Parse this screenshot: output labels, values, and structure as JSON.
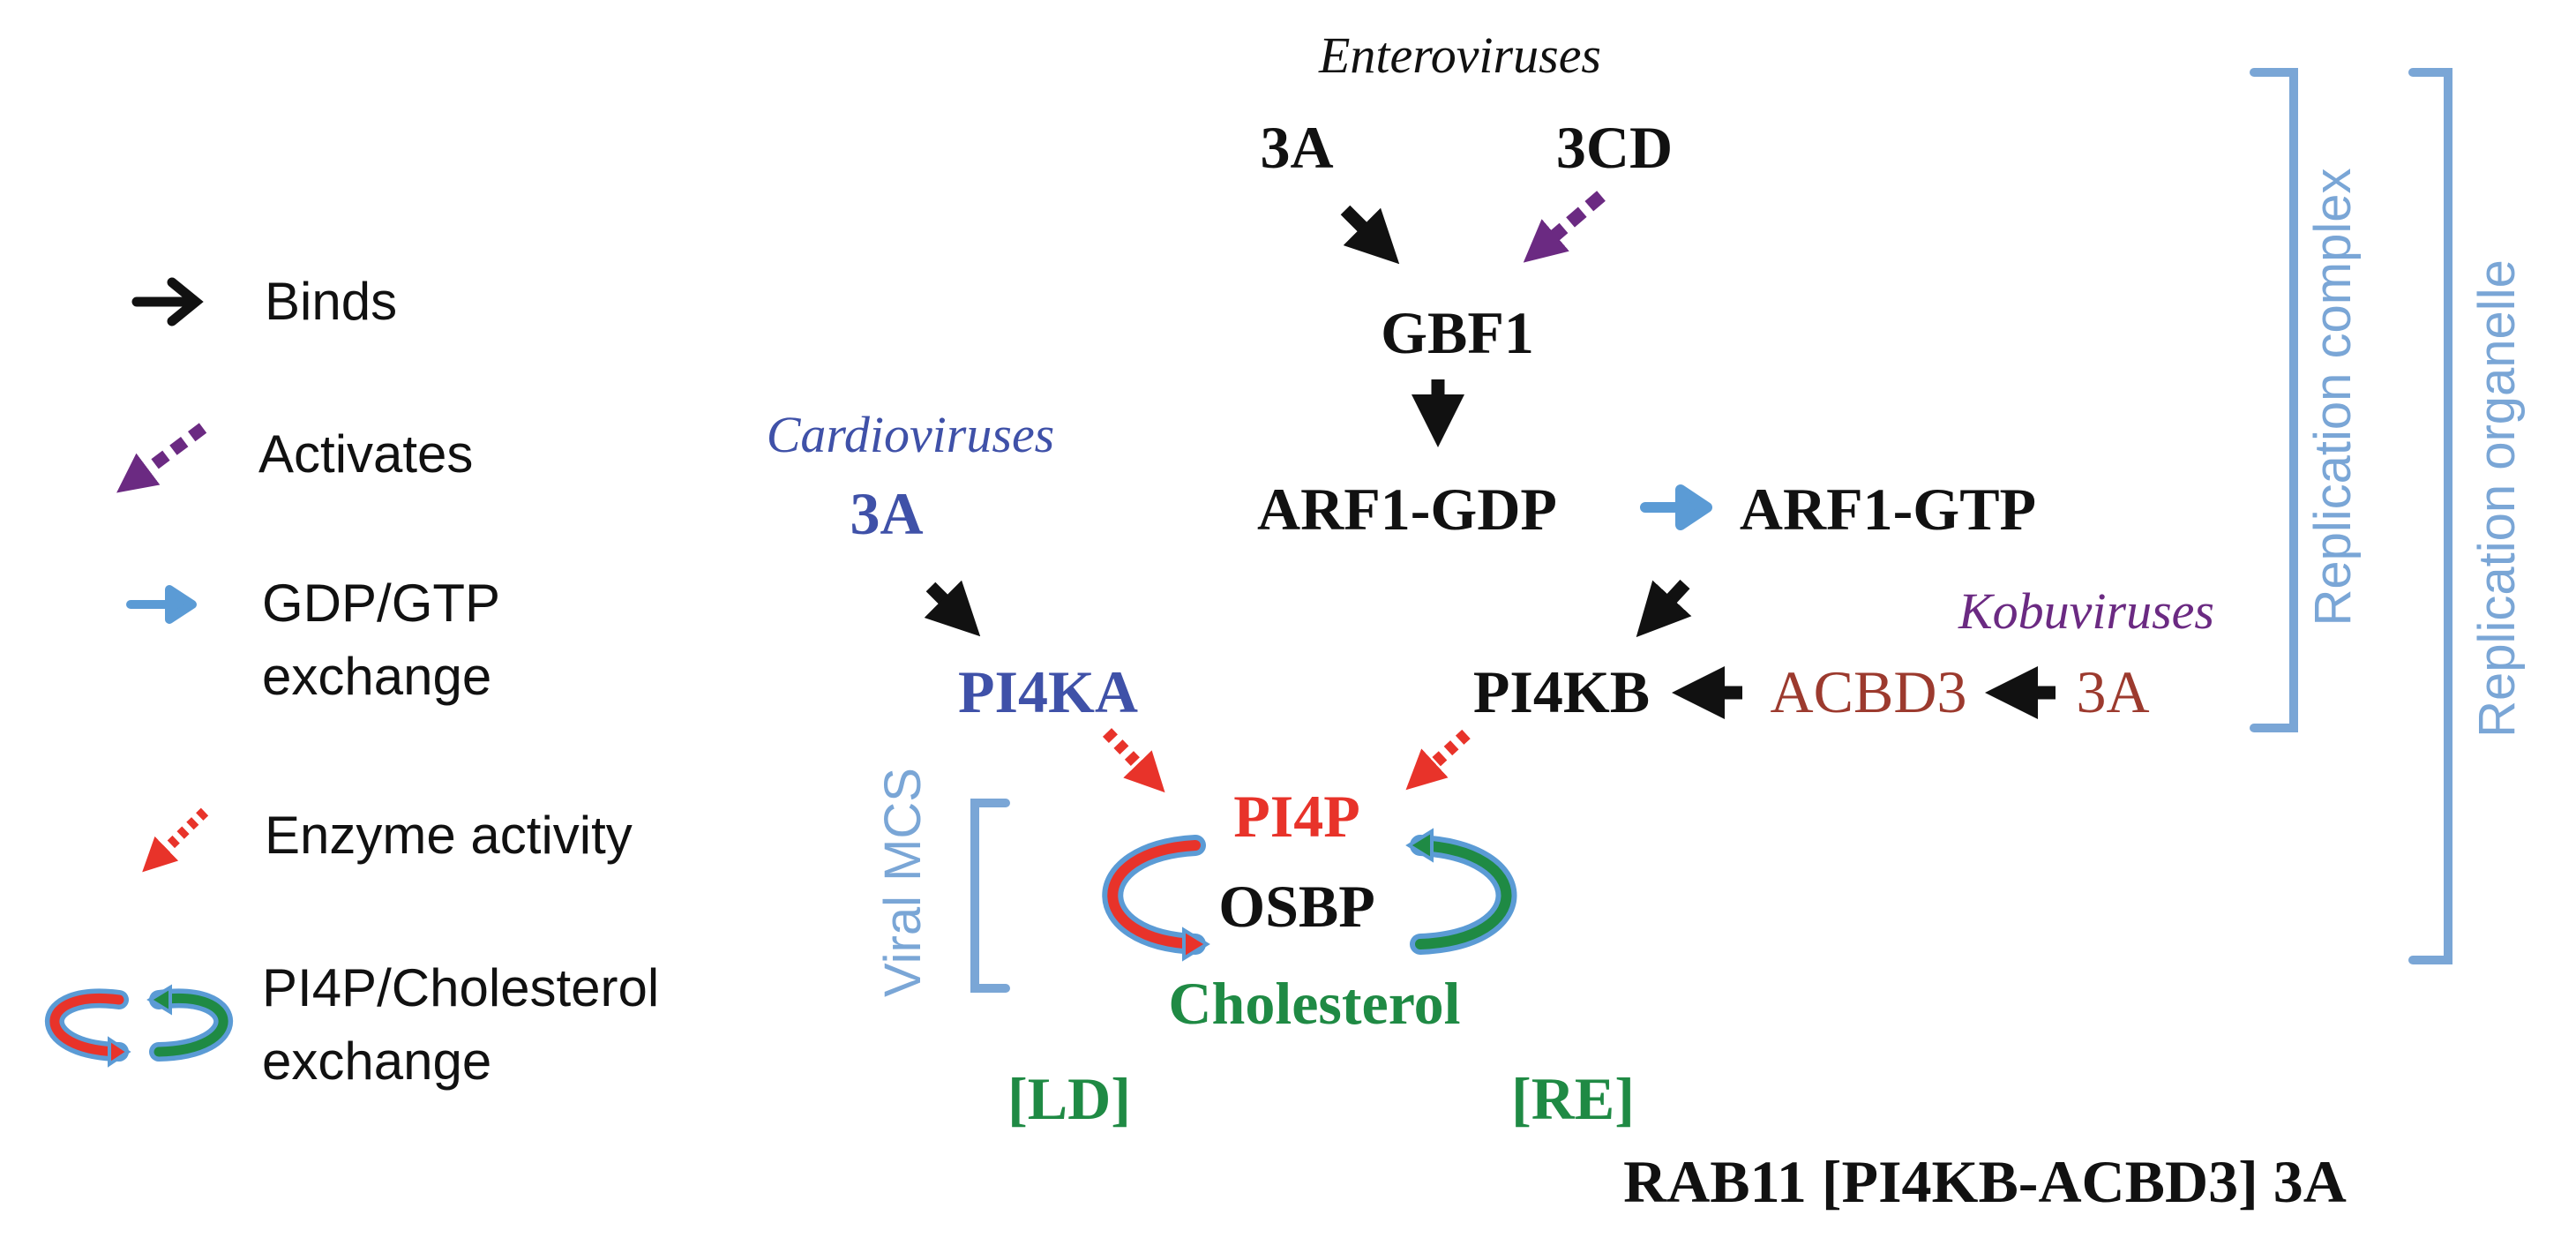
{
  "legend": {
    "binds": "Binds",
    "activates": "Activates",
    "exchange_line1": "GDP/GTP",
    "exchange_line2": "exchange",
    "enzyme": "Enzyme activity",
    "pi4p_chol_line1": "PI4P/Cholesterol",
    "pi4p_chol_line2": "exchange"
  },
  "enteroviruses": {
    "group_label": "Enteroviruses",
    "protein_3a": "3A",
    "protein_3cd": "3CD",
    "gbf1": "GBF1",
    "arf1_gdp": "ARF1-GDP",
    "arf1_gtp": "ARF1-GTP"
  },
  "cardioviruses": {
    "group_label": "Cardioviruses",
    "protein_3a": "3A",
    "pi4ka": "PI4KA"
  },
  "kobuviruses": {
    "group_label": "Kobuviruses",
    "pi4kb": "PI4KB",
    "acbd3": "ACBD3",
    "protein_3a": "3A"
  },
  "mcs": {
    "label": "Viral MCS",
    "pi4p": "PI4P",
    "osbp": "OSBP",
    "cholesterol": "Cholesterol",
    "ld": "[LD]",
    "re": "[RE]",
    "rab11_line": "RAB11 [PI4KB-ACBD3] 3A"
  },
  "brackets": {
    "replication_complex": "Replication complex",
    "replication_organelle": "Replication organelle"
  },
  "colors": {
    "black": "#111111",
    "purple": "#6b2a82",
    "light_blue": "#5b9bd5",
    "red": "#e8332a",
    "green": "#1f8a44",
    "cardio_blue": "#3f51a8",
    "brown": "#9c3a2e",
    "bracket_blue": "#7aa6d6"
  }
}
